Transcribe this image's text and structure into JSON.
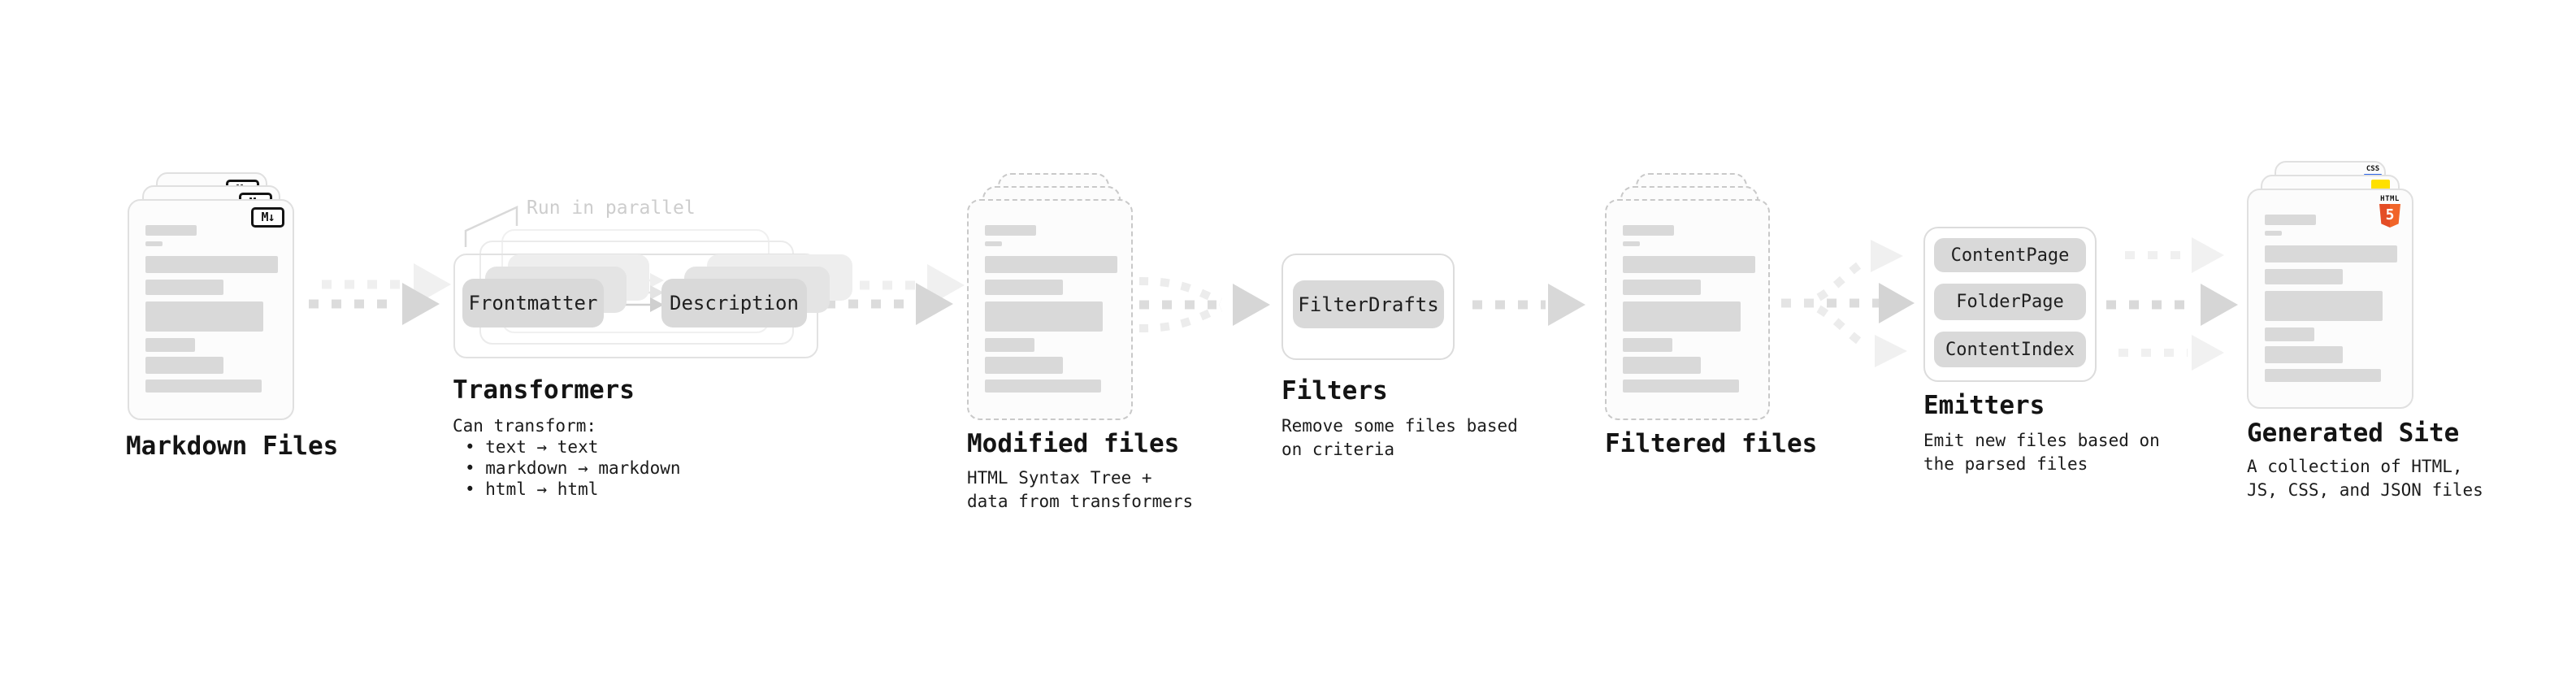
{
  "pipeline": {
    "markdown": {
      "label": "Markdown Files",
      "badge": "M↓",
      "icon": "markdown-icon"
    },
    "transformers": {
      "label": "Transformers",
      "annotation": "Run in parallel",
      "chip_from": "Frontmatter",
      "chip_to": "Description",
      "caption_title": "Can transform:",
      "bullets": [
        "• text → text",
        "• markdown → markdown",
        "• html → html"
      ]
    },
    "modified": {
      "label": "Modified files",
      "caption": "HTML Syntax Tree +\ndata from transformers"
    },
    "filters": {
      "label": "Filters",
      "chip": "FilterDrafts",
      "caption": "Remove some files based\non criteria"
    },
    "filtered": {
      "label": "Filtered files"
    },
    "emitters": {
      "label": "Emitters",
      "chips": [
        "ContentPage",
        "FolderPage",
        "ContentIndex"
      ],
      "caption": "Emit new files based on\nthe parsed files"
    },
    "generated": {
      "label": "Generated Site",
      "caption": "A collection of HTML,\nJS, CSS, and JSON files",
      "css_badge": "CSS",
      "html_badge_word": "HTML",
      "html_badge_number": "5"
    }
  },
  "colors": {
    "html5_orange_dark": "#e44d26",
    "html5_orange_light": "#f16529",
    "js_yellow": "#ffe000",
    "css_blue": "#2d65e8",
    "bar_gray": "#d9d9d9",
    "chip_gray": "#d9d9d9",
    "arrow_gray": "#d6d6d6",
    "ghost_gray": "#efefef",
    "annotation_gray": "#cdcdcd"
  }
}
